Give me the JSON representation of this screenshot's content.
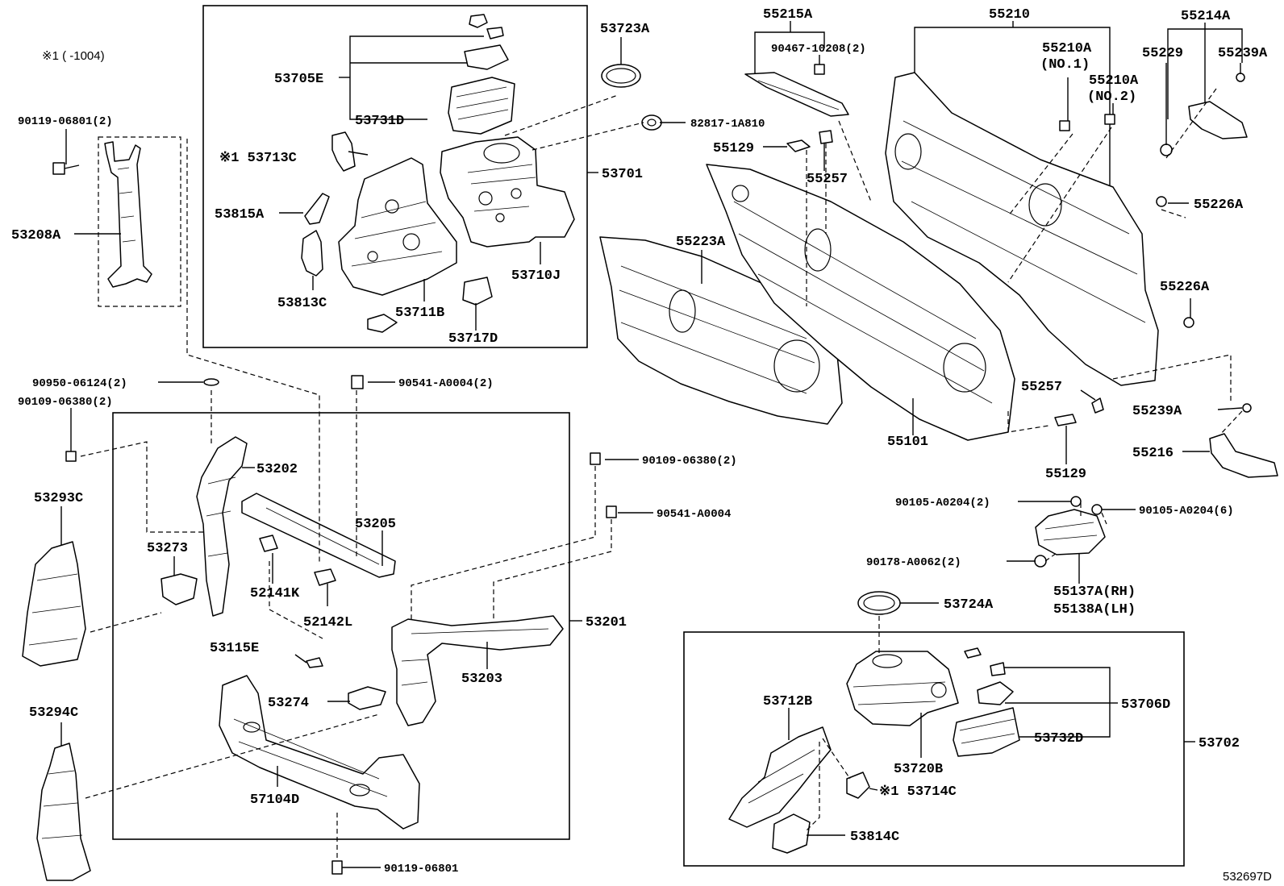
{
  "figure_code": "532697D",
  "note": {
    "mark": "※1",
    "text": "※1 (      -1004)"
  },
  "groups": {
    "g53701": "53701",
    "g53201": "53201",
    "g53702": "53702",
    "g55210": "55210",
    "g55214A": "55214A",
    "g55215A": "55215A"
  },
  "labels": {
    "l53723A": "53723A",
    "l53705E": "53705E",
    "l53731D": "53731D",
    "l82817": "82817-1A810",
    "l53713C": "※1 53713C",
    "l53815A": "53815A",
    "l53710J": "53710J",
    "l53813C": "53813C",
    "l53711B": "53711B",
    "l53717D": "53717D",
    "l90467": "90467-10208(2)",
    "l55210A1": "55210A",
    "l55210A1b": "(NO.1)",
    "l55210A2": "55210A",
    "l55210A2b": "(NO.2)",
    "l55229": "55229",
    "l55239A1": "55239A",
    "l55129a": "55129",
    "l55257a": "55257",
    "l55226A1": "55226A",
    "l55223A": "55223A",
    "l55226A2": "55226A",
    "l55257b": "55257",
    "l55239A2": "55239A",
    "l55101": "55101",
    "l55216": "55216",
    "l55129b": "55129",
    "l90119a": "90119-06801(2)",
    "l53208A": "53208A",
    "l90950": "90950-06124(2)",
    "l90541a": "90541-A0004(2)",
    "l90109a": "90109-06380(2)",
    "l53202": "53202",
    "l53293C": "53293C",
    "l53205": "53205",
    "l90109b": "90109-06380(2)",
    "l90541b": "90541-A0004",
    "l53273": "53273",
    "l52141K": "52141K",
    "l52142L": "52142L",
    "l53203": "53203",
    "l53115E": "53115E",
    "l53274": "53274",
    "l53294C": "53294C",
    "l57104D": "57104D",
    "l90119b": "90119-06801",
    "l90105a": "90105-A0204(2)",
    "l90105b": "90105-A0204(6)",
    "l90178": "90178-A0062(2)",
    "l55137A": "55137A(RH)",
    "l55138A": "55138A(LH)",
    "l53724A": "53724A",
    "l53712B": "53712B",
    "l53706D": "53706D",
    "l53732D": "53732D",
    "l53720B": "53720B",
    "l53714C": "※1 53714C",
    "l53814C": "53814C"
  }
}
